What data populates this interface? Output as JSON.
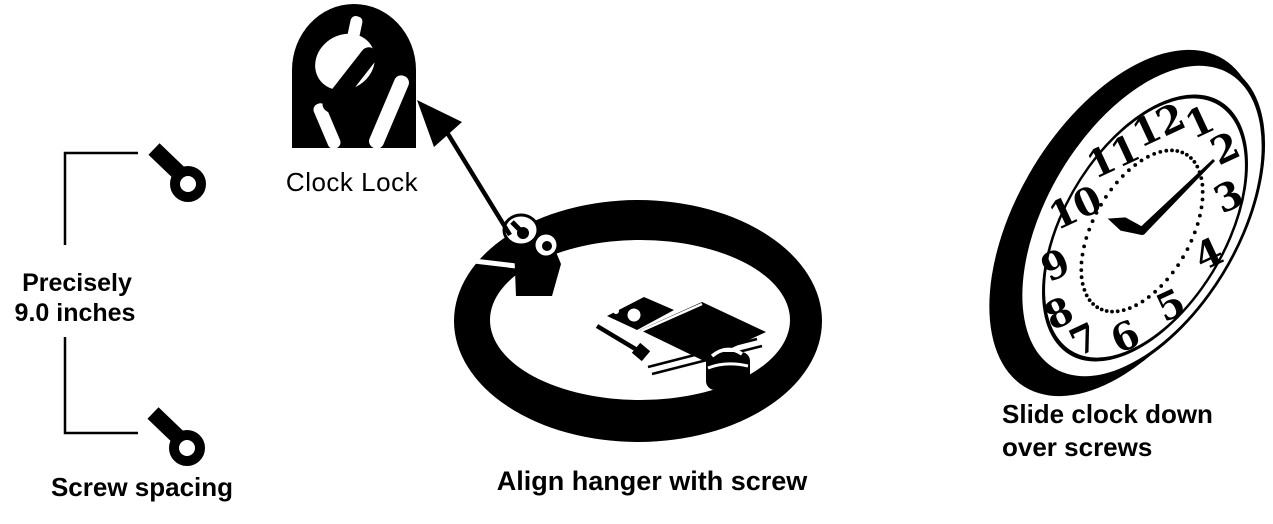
{
  "colors": {
    "ink": "#000000",
    "paper": "#ffffff"
  },
  "screw_spacing": {
    "dimension_line1": "Precisely",
    "dimension_line2": "9.0 inches",
    "caption": "Screw spacing"
  },
  "clock_lock": {
    "label": "Clock Lock"
  },
  "align_step": {
    "caption": "Align hanger with screw"
  },
  "slide_step": {
    "caption_line1": "Slide clock down",
    "caption_line2": "over screws"
  },
  "clock": {
    "numerals": [
      "1",
      "2",
      "3",
      "4",
      "5",
      "6",
      "7",
      "8",
      "9",
      "10",
      "11",
      "12"
    ]
  }
}
